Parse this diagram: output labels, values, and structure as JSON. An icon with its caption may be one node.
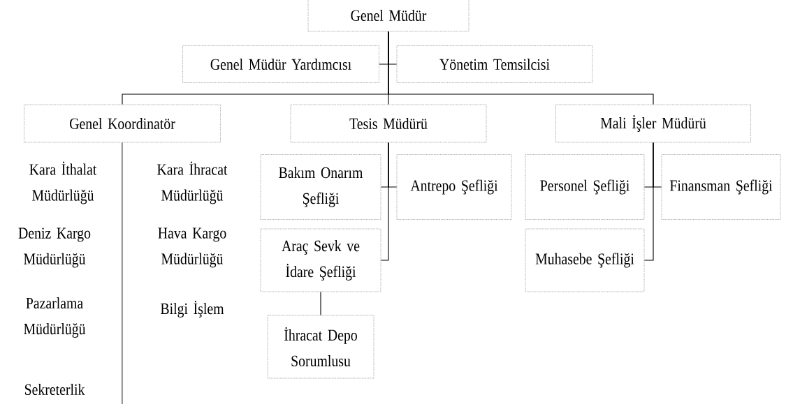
{
  "diagram": {
    "nodes": [
      {
        "text": [
          "Genel Müdür"
        ]
      },
      {
        "text": [
          "Genel Müdür Yardımcısı"
        ]
      },
      {
        "text": [
          "Yönetim Temsilcisi"
        ]
      },
      {
        "text": [
          "Genel Koordinatör"
        ]
      },
      {
        "text": [
          "Tesis Müdürü"
        ]
      },
      {
        "text": [
          "Mali İşler Müdürü"
        ]
      },
      {
        "text": [
          "Bakım Onarım Şefliği"
        ]
      },
      {
        "text": [
          "Antrepo Şefliği"
        ]
      },
      {
        "text": [
          "Personel Şefliği"
        ]
      },
      {
        "text": [
          "Finansman Şefliği"
        ]
      },
      {
        "text": [
          "Araç Sevk ve İdare Şefliği"
        ]
      },
      {
        "text": [
          "Muhasebe Şefliği"
        ]
      },
      {
        "text": [
          "İhracat Depo Sorumlusu"
        ]
      }
    ],
    "edges": [
      {
        "from": 0,
        "to": 1,
        "arrow": "none"
      },
      {
        "from": 0,
        "to": 2,
        "arrow": "none"
      },
      {
        "from": 0,
        "to": 3,
        "arrow": "none"
      },
      {
        "from": 0,
        "to": 4,
        "arrow": "none"
      },
      {
        "from": 0,
        "to": 5,
        "arrow": "none"
      },
      {
        "from": 4,
        "to": 6,
        "arrow": "none"
      },
      {
        "from": 4,
        "to": 7,
        "arrow": "none"
      },
      {
        "from": 4,
        "to": 10,
        "arrow": "none"
      },
      {
        "from": 10,
        "to": 12,
        "arrow": "none"
      },
      {
        "from": 5,
        "to": 8,
        "arrow": "none"
      },
      {
        "from": 5,
        "to": 9,
        "arrow": "none"
      },
      {
        "from": 5,
        "to": 11,
        "arrow": "none"
      },
      {
        "from": 3,
        "to": null,
        "arrow": "none"
      }
    ],
    "labels": [
      "Kara İthalat Müdürlüğü",
      "Kara İhracat Müdürlüğü",
      "Deniz Kargo Müdürlüğü",
      "Hava Kargo Müdürlüğü",
      "Pazarlama Müdürlüğü",
      "Bilgi İşlem",
      "Sekreterlik"
    ]
  }
}
